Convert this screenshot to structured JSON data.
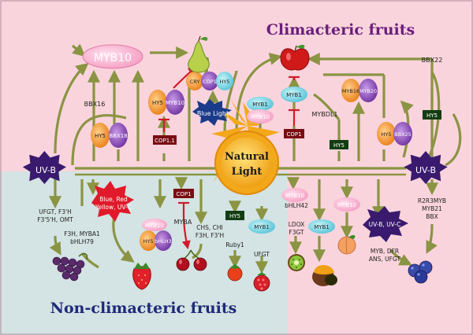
{
  "titles": {
    "climacteric": "Climacteric fruits",
    "non_climacteric": "Non-climacteric fruits"
  },
  "sun": {
    "line1": "Natural",
    "line2": "Light"
  },
  "uvb_left": "UV-B",
  "uvb_right": "UV-B",
  "proteins": {
    "myb10_top": "MYB10",
    "hy5_bbx_left": [
      "HY5",
      "BBX18"
    ],
    "cry_cop_hy5": [
      "CRY",
      "COP1",
      "HY5"
    ],
    "hy5_myb_top": [
      "HY5",
      "MYB10"
    ],
    "myb10_left_lower": "MYB10",
    "hy5_hlh_left": [
      "HY5",
      "bHLH3"
    ],
    "myb1_center": [
      "MYB1",
      "MYB10"
    ],
    "myb1_right_top": "MYB1",
    "myb16_myb20": [
      "MYB16",
      "MYB20"
    ],
    "hy5_bbx_right": [
      "HY5",
      "BBX25"
    ],
    "myb10_right_lower": "MYB10",
    "myb1_right_lower": "MYB1",
    "myb10_right_lower2": "MYB10",
    "myb1_bottom": "MYB1"
  },
  "boxes": {
    "cop1_left": "COP1.1",
    "cop1_center": "COP1",
    "hy5_center": "HY5",
    "cop1_right": "COP1",
    "hy5_right_mid": "HY5",
    "hy5_right_far": "HY5"
  },
  "bursts": {
    "blue_light": "Blue Light",
    "blue_red": [
      "Blue, Red",
      "Yellow, UV-C"
    ],
    "uvb_uvc": "UV-B, UV-C"
  },
  "labels": {
    "bbx16": "BBX16",
    "bbx22": "BBX22",
    "mybdl1": "MYBDL1",
    "ufgt_block": [
      "UFGT, F3'H",
      "F3'5'H, OMT"
    ],
    "f3h_block": [
      "F3H, MYBA1",
      "bHLH79"
    ],
    "myba": "MYBA",
    "chs_block": [
      "CHS, CHI",
      "F3H, F3'H"
    ],
    "ruby1": "Ruby1",
    "ufgt_center": "UFGT",
    "myb10_bhlh": [
      "MYB10",
      "bHLH42"
    ],
    "ldox_block": [
      "LDOX",
      "F3GT"
    ],
    "r2r3_block": [
      "R2R3MYB",
      "MYB21",
      "BBX"
    ],
    "myb_dfr_block": [
      "MYB, DFR",
      "ANS, UFGT"
    ]
  },
  "colors": {
    "pink_bg": "#fad4dd",
    "teal_bg": "#d4e3e3",
    "arrow": "#8a9443",
    "title": "#6a1e7a",
    "title_bottom": "#1e2a78",
    "uvb_star": "#3a1a6e",
    "sun": "#f2a81a",
    "inhibit": "#d11a2a"
  },
  "icons": [
    "pear-icon",
    "apple-icon",
    "peach-icon",
    "kiwi-icon",
    "mango-icon",
    "blueberry-icon",
    "grape-icon",
    "strawberry-icon",
    "cherry-icon",
    "tomato-icon"
  ]
}
